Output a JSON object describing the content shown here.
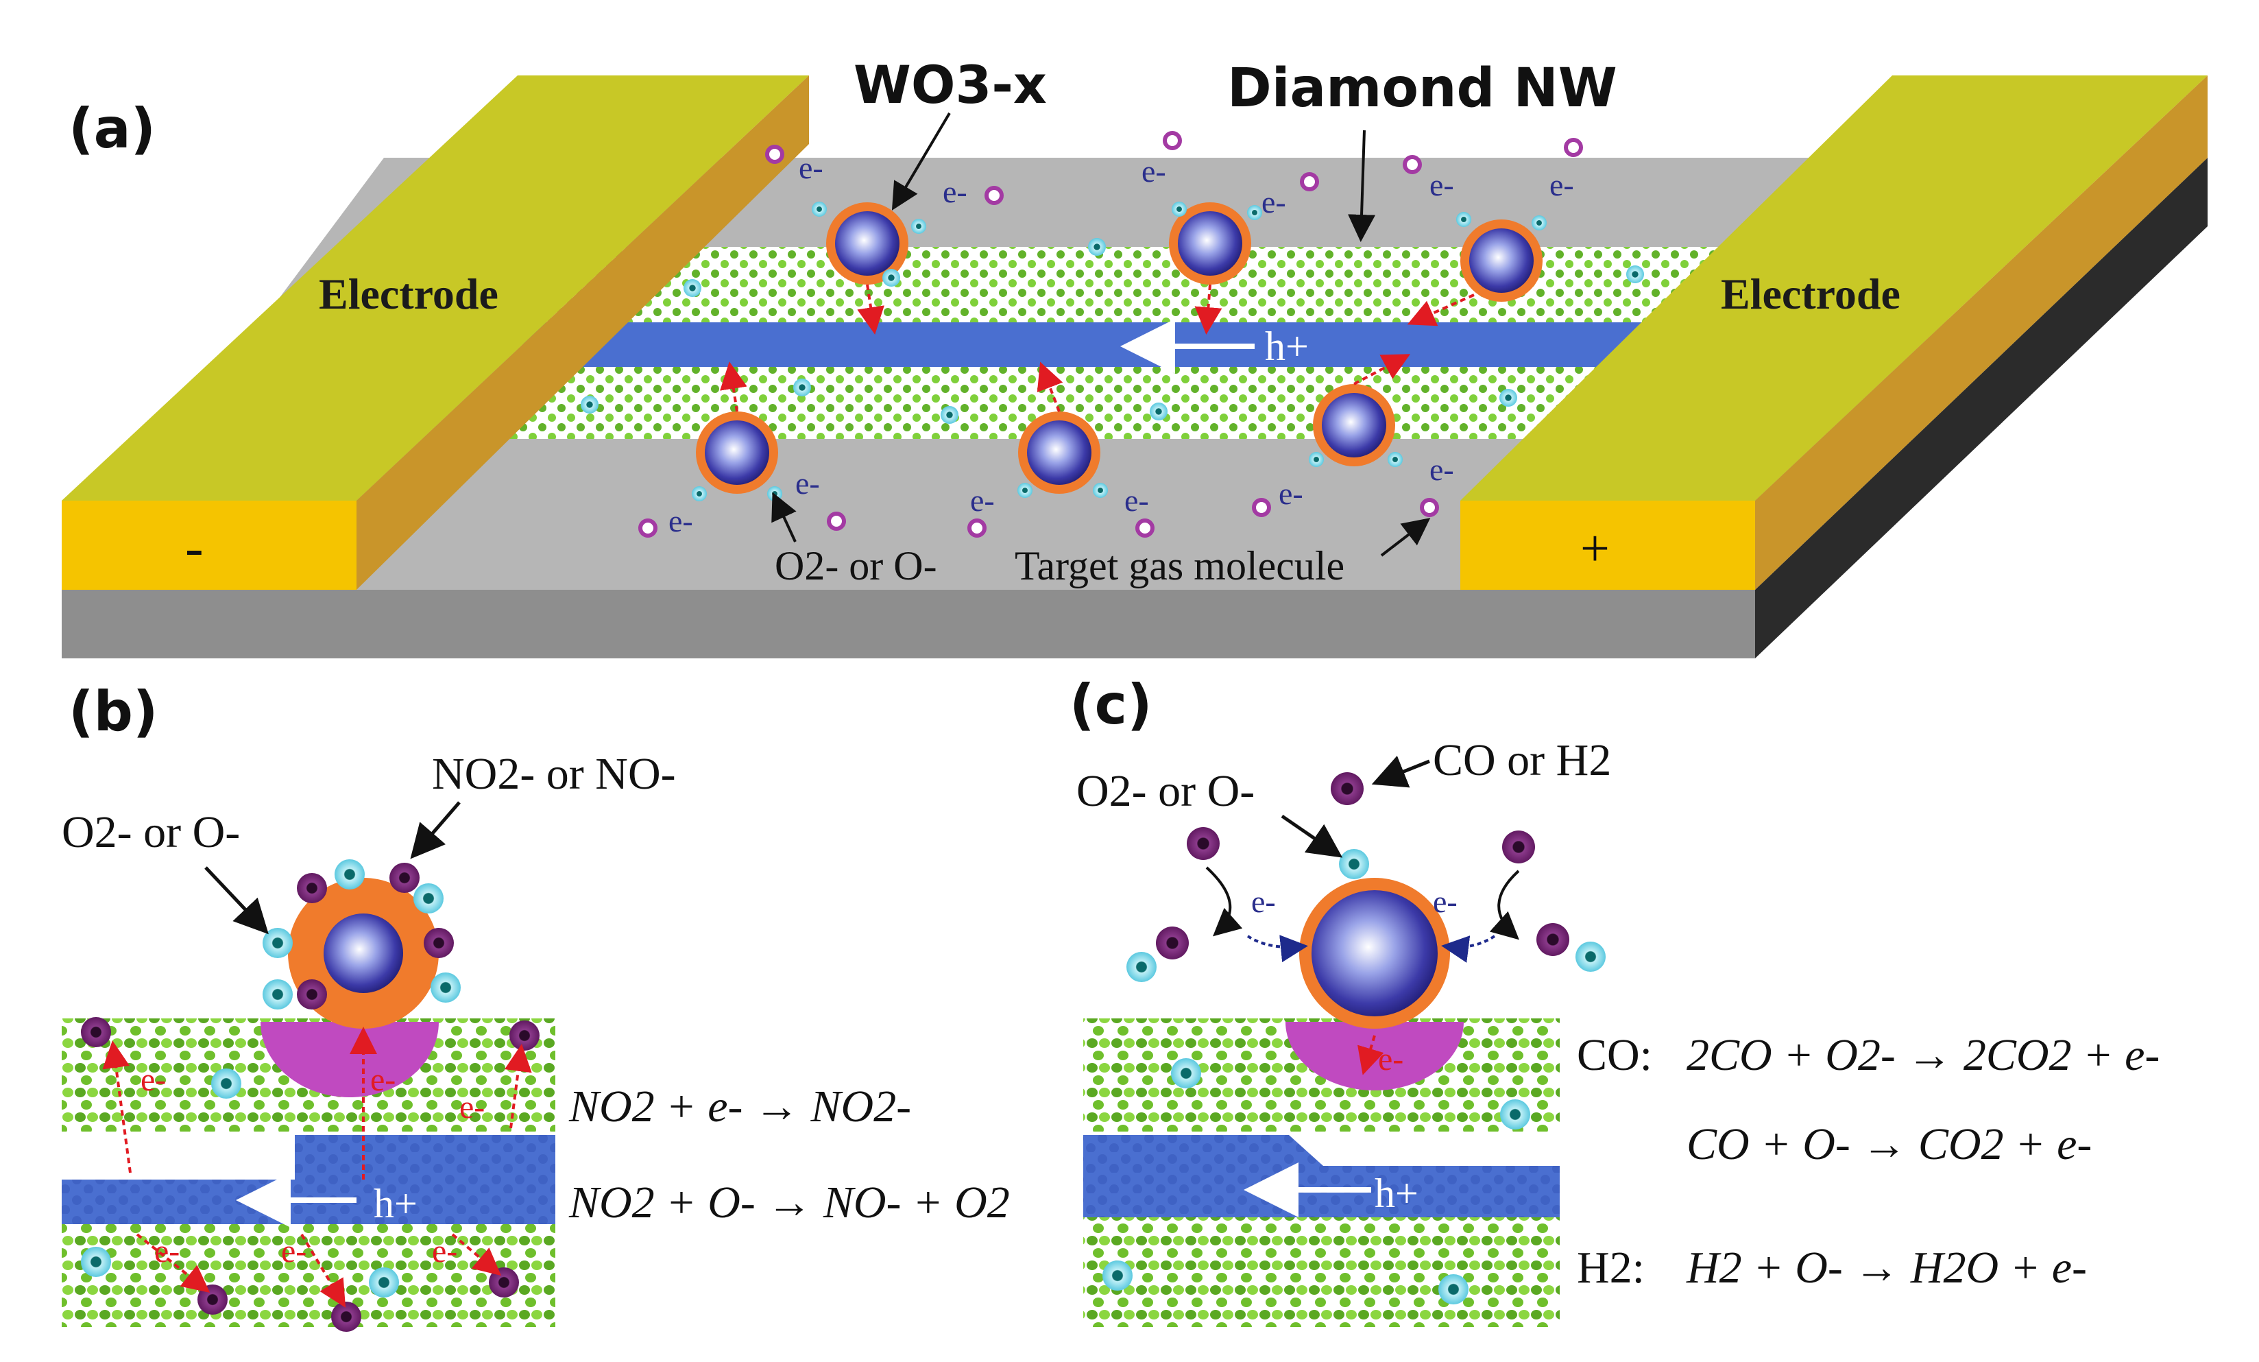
{
  "panel_a": {
    "label": "(a)",
    "wo3_label": "WO3-x",
    "diamond_label": "Diamond NW",
    "electrode_left": "Electrode",
    "electrode_right": "Electrode",
    "minus_sign": "-",
    "plus_sign": "+",
    "oxygen_label": "O2- or O-",
    "target_label": "Target gas molecule",
    "hole_label": "h+",
    "electron_label": "e-"
  },
  "panel_b": {
    "label": "(b)",
    "no2_label": "NO2- or NO-",
    "oxygen_label": "O2- or O-",
    "hole_label": "h+",
    "electron_label": "e-",
    "eq1": "NO2 + e- → NO2-",
    "eq2": "NO2 + O- → NO- + O2"
  },
  "panel_c": {
    "label": "(c)",
    "gas_label": "CO or H2",
    "oxygen_label": "O2- or O-",
    "hole_label": "h+",
    "electron_label": "e-",
    "co_prefix": "CO:",
    "h2_prefix": "H2:",
    "eq1": "2CO + O2- → 2CO2 + e-",
    "eq2": "CO + O- → CO2 + e-",
    "eq3": "H2 + O- → H2O + e-"
  },
  "colors": {
    "electrode_top": "#c8c826",
    "electrode_front": "#f5c400",
    "electrode_side": "#c9952a",
    "substrate_top": "#b6b6b6",
    "substrate_front": "#8e8e8e",
    "substrate_side": "#2b2b2b",
    "nanowire_core": "#4a6fd0",
    "lattice_green": "#62b22a",
    "particle_shell": "#f07b2c",
    "particle_core": "#3c3aa8",
    "depletion": "#c04ac0",
    "oxygen_ion": "#6fd7e8",
    "gas_molecule": "#6a1a6a",
    "electron_arrow": "#e11b22"
  }
}
